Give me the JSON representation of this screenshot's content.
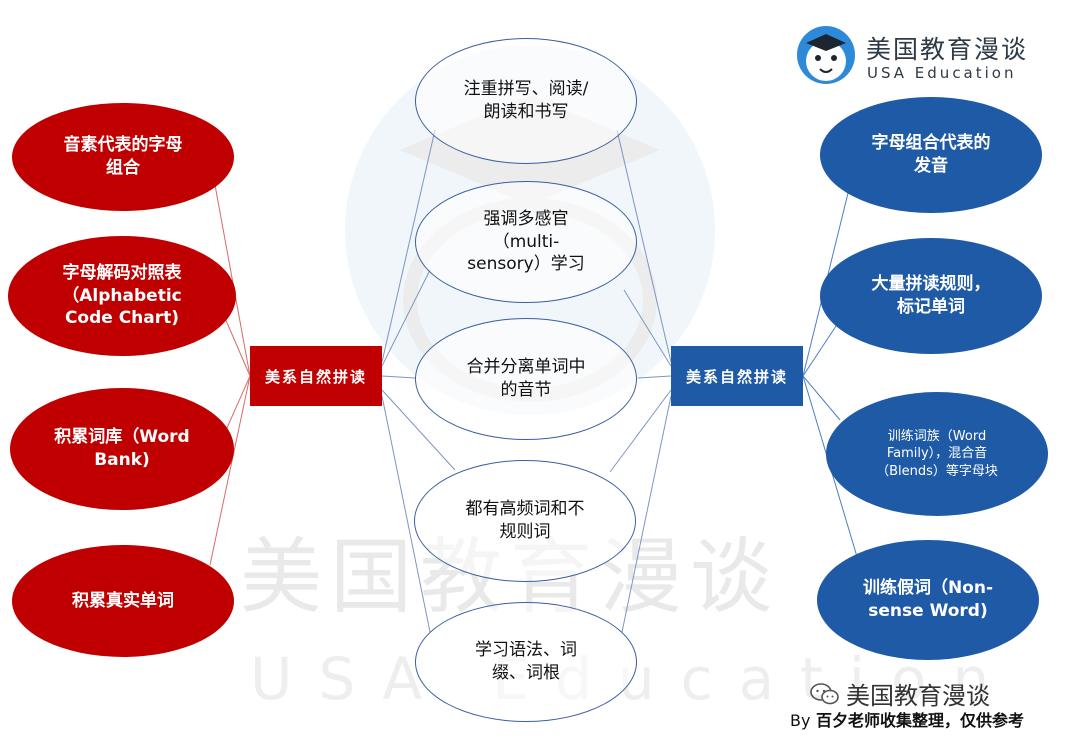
{
  "left_hub": {
    "label": "美系自然拼读",
    "color": "#c00000"
  },
  "right_hub": {
    "label": "美系自然拼读",
    "color": "#1f5aa6"
  },
  "left_nodes": [
    {
      "label": "音素代表的字母\n组合"
    },
    {
      "label": "字母解码对照表\n（Alphabetic\nCode Chart)"
    },
    {
      "label": "积累词库（Word\nBank)"
    },
    {
      "label": "积累真实单词"
    }
  ],
  "shared_nodes": [
    {
      "label": "注重拼写、阅读/\n朗读和书写"
    },
    {
      "label": "强调多感官\n（multi-\nsensory）学习"
    },
    {
      "label": "合并分离单词中\n的音节"
    },
    {
      "label": "都有高频词和不\n规则词"
    },
    {
      "label": "学习语法、词\n缀、词根"
    }
  ],
  "right_nodes": [
    {
      "label": "字母组合代表的\n发音"
    },
    {
      "label": "大量拼读规则，\n标记单词"
    },
    {
      "label": "训练词族（Word\nFamily），混合音\n（Blends）等字母块"
    },
    {
      "label": "训练假词（Non-\nsense Word)"
    }
  ],
  "logo": {
    "name_cn": "美国教育漫谈",
    "name_en": "USA Education"
  },
  "watermark": {
    "cn": "美国教育漫谈",
    "en": "USA Education"
  },
  "footer": {
    "wechat_name": "美国教育漫谈",
    "credit_by": "By",
    "credit_text": "百夕老师收集整理，仅供参考"
  },
  "colors": {
    "left": "#c00000",
    "right": "#1f5aa6",
    "line_left": "#d86a6a",
    "line_right": "#4a7fc4"
  }
}
